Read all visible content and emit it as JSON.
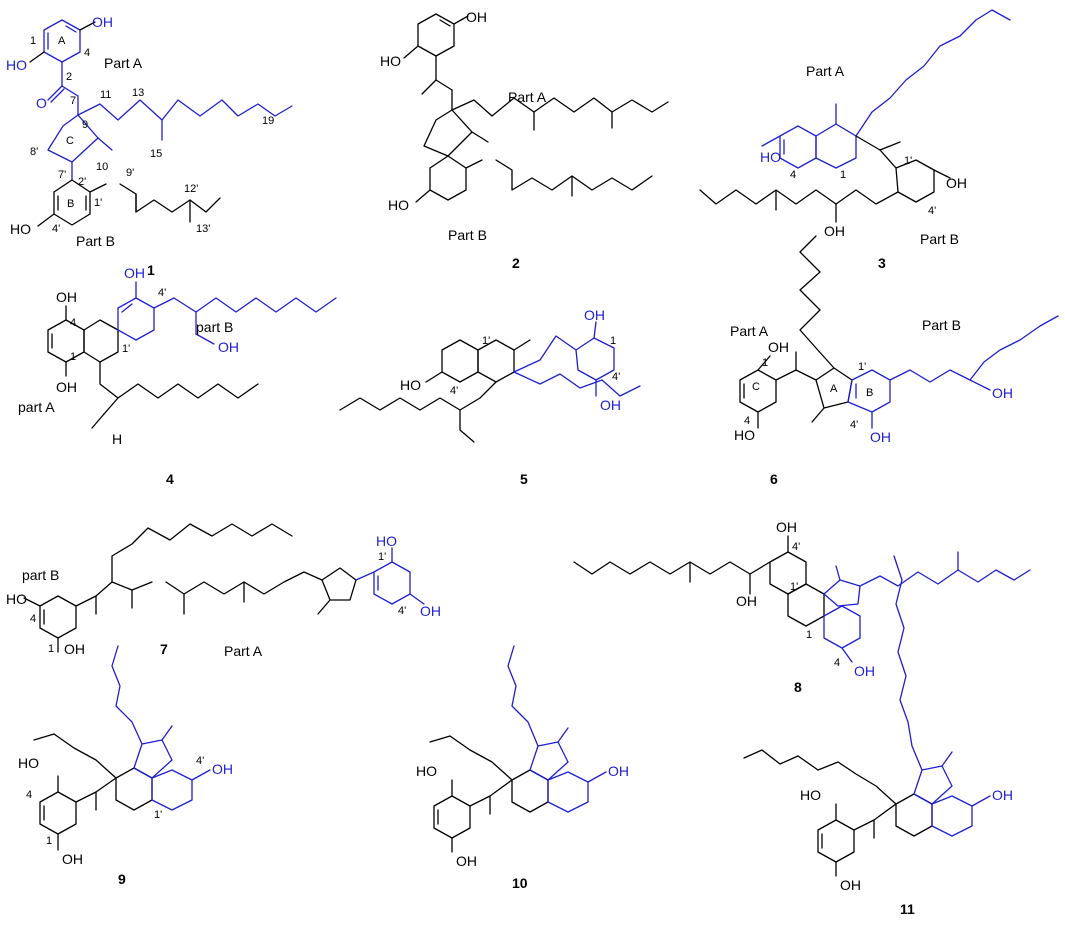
{
  "colors": {
    "ink": "#000000",
    "accent": "#1f1fd2"
  },
  "compounds": [
    {
      "id": "1",
      "parts": [
        "Part A",
        "Part B"
      ],
      "rings": [
        "A",
        "B",
        "C"
      ],
      "atom_numbers": [
        "1",
        "2",
        "4",
        "7",
        "8'",
        "9",
        "10",
        "11",
        "13",
        "15",
        "19",
        "7'",
        "2'",
        "1'",
        "9'",
        "12'",
        "13'",
        "4'"
      ],
      "groups": [
        "OH",
        "HO",
        "O",
        "HO"
      ]
    },
    {
      "id": "2",
      "parts": [
        "Part A",
        "Part B"
      ],
      "groups": [
        "OH",
        "HO",
        "HO"
      ]
    },
    {
      "id": "3",
      "parts": [
        "Part A",
        "Part B"
      ],
      "atom_numbers": [
        "4",
        "1",
        "1'",
        "4'"
      ],
      "groups": [
        "HO",
        "OH",
        "OH"
      ]
    },
    {
      "id": "4",
      "parts": [
        "part B",
        "part A"
      ],
      "atom_numbers": [
        "4'",
        "4",
        "1",
        "1'"
      ],
      "groups": [
        "OH",
        "OH",
        "OH",
        "OH",
        "H"
      ]
    },
    {
      "id": "5",
      "atom_numbers": [
        "1'",
        "1",
        "4'",
        "4'"
      ],
      "groups": [
        "OH",
        "HO",
        "OH"
      ]
    },
    {
      "id": "6",
      "parts": [
        "Part A",
        "Part B"
      ],
      "rings": [
        "A",
        "B",
        "C"
      ],
      "atom_numbers": [
        "1",
        "1'",
        "4",
        "4'"
      ],
      "groups": [
        "OH",
        "HO",
        "OH",
        "OH"
      ]
    },
    {
      "id": "7",
      "parts": [
        "part B",
        "Part A"
      ],
      "atom_numbers": [
        "4",
        "1",
        "1'",
        "4'"
      ],
      "groups": [
        "HO",
        "OH",
        "HO",
        "OH"
      ]
    },
    {
      "id": "8",
      "atom_numbers": [
        "4'",
        "1'",
        "1",
        "4"
      ],
      "groups": [
        "OH",
        "OH",
        "OH"
      ]
    },
    {
      "id": "9",
      "atom_numbers": [
        "4",
        "1",
        "4'",
        "1'"
      ],
      "groups": [
        "HO",
        "OH",
        "OH"
      ]
    },
    {
      "id": "10",
      "groups": [
        "HO",
        "OH",
        "OH"
      ]
    },
    {
      "id": "11",
      "groups": [
        "HO",
        "OH",
        "OH"
      ]
    }
  ]
}
